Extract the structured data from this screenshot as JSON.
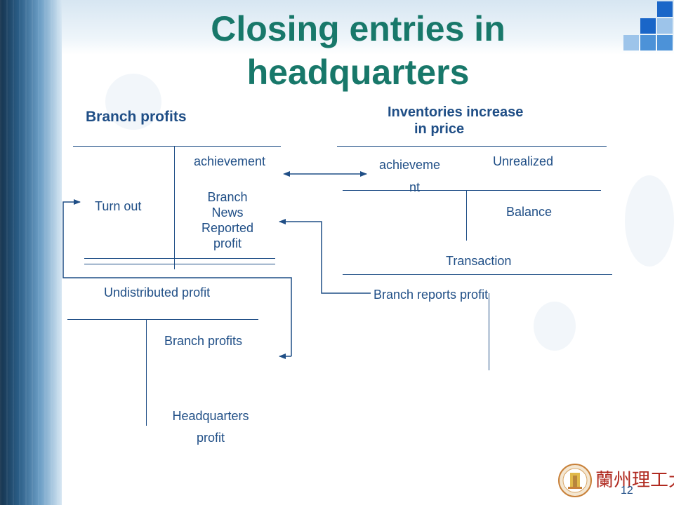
{
  "slide": {
    "title": "Closing entries in headquarters",
    "page_number": "12",
    "university_name": "蘭州理工大學"
  },
  "left": {
    "heading": "Branch profits",
    "account1": {
      "credit_top": "achievement",
      "debit": "Turn out",
      "credit_items": [
        "Branch",
        "News",
        "Reported",
        "profit"
      ]
    },
    "account2": {
      "title": "Undistributed profit",
      "credit_1": "Branch profits",
      "credit_2": [
        "Headquarters",
        "profit"
      ]
    }
  },
  "right": {
    "heading_lines": [
      "Inventories increase",
      "in price"
    ],
    "account1": {
      "header_left": [
        "achieveme",
        "nt"
      ],
      "header_right": "Unrealized",
      "credit_item": "Balance",
      "footer": "Transaction"
    },
    "account2": {
      "title": "Branch reports profit"
    }
  },
  "colors": {
    "title": "#18786a",
    "text": "#1f4e86",
    "sidebar": "#2a5d86",
    "squares": [
      "#1a66c8",
      "#4c92d8",
      "#9dc4ea"
    ]
  }
}
